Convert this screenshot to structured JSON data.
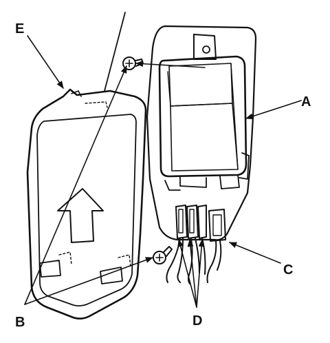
{
  "diagram": {
    "callouts": {
      "a": "A",
      "b": "B",
      "c": "C",
      "d": "D",
      "e": "E"
    },
    "colors": {
      "ink": "#111111",
      "paper": "#ffffff"
    }
  }
}
